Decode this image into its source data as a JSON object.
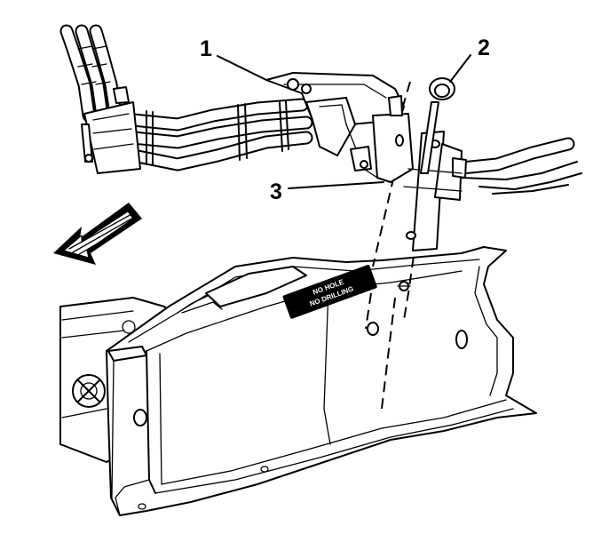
{
  "callouts": [
    {
      "id": "1",
      "label": "1"
    },
    {
      "id": "2",
      "label": "2"
    },
    {
      "id": "3",
      "label": "3"
    }
  ],
  "label_plate": {
    "line1": "NO HOLE",
    "line2": "NO DRILLING"
  }
}
